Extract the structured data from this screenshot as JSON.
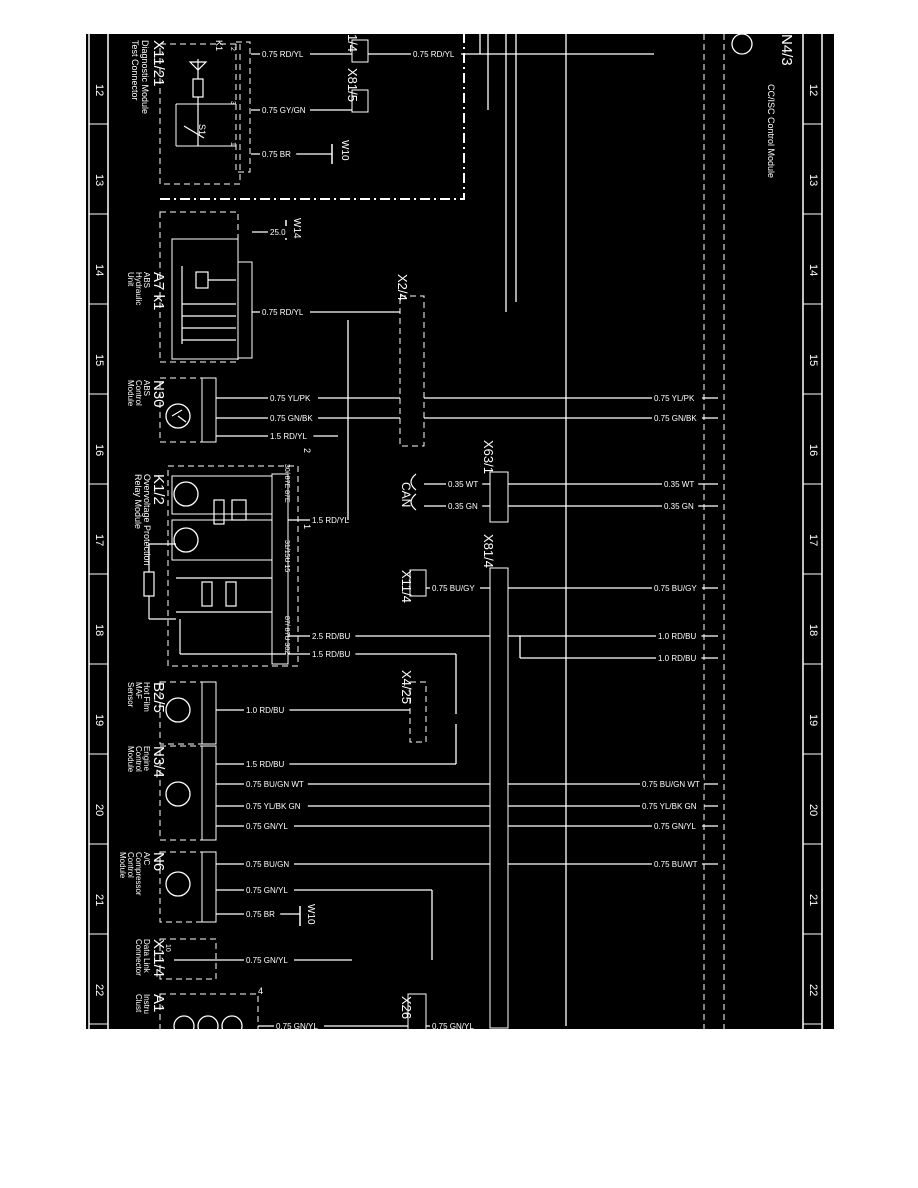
{
  "ruler": [
    "12",
    "13",
    "14",
    "15",
    "16",
    "17",
    "18",
    "19",
    "20",
    "21",
    "22"
  ],
  "components": {
    "x1121": {
      "id": "X11/21",
      "l1": "Diagnostic Module",
      "l2": "Test Connector",
      "pin1": "2",
      "pin2": "3",
      "pin3": "1",
      "sw": "S1"
    },
    "a7": {
      "id": "A7 k1",
      "l1": "ABS",
      "l2": "Hydraulic",
      "l3": "Unit"
    },
    "n30": {
      "id": "N30",
      "l1": "ABS",
      "l2": "Control",
      "l3": "Module"
    },
    "k12": {
      "id": "K1/2",
      "l1": "Overvoltage Protection",
      "l2": "Relay Module",
      "pa": "30/ 87E 87E",
      "pb": "31/15U 15",
      "pc": "87/ 87U 30Z",
      "n1": "2",
      "n2": "1"
    },
    "b25": {
      "id": "B2/5",
      "l1": "Hot Film",
      "l2": "MAF",
      "l3": "Sensor"
    },
    "n34": {
      "id": "N3/4",
      "l1": "Engine",
      "l2": "Control",
      "l3": "Module"
    },
    "n6": {
      "id": "N6",
      "l1": "A/C",
      "l2": "Compressor",
      "l3": "Control",
      "l4": "Module"
    },
    "x114a": {
      "id": "X11/4",
      "l1": "Data Link",
      "l2": "Connector",
      "pin": "10"
    },
    "a1": {
      "id": "A1",
      "l1": "Instru",
      "l2": "Clust",
      "num": "4"
    },
    "n43": {
      "id": "N4/3",
      "l1": "CC/ISC Control Module"
    },
    "x815": {
      "id": "X81/5"
    },
    "x14top": {
      "id": "1/4"
    },
    "x24": {
      "id": "X2/4"
    },
    "x631": {
      "id": "X63/1",
      "can": "CAN"
    },
    "x814": {
      "id": "X81/4"
    },
    "x114b": {
      "id": "X11/4"
    },
    "x425": {
      "id": "X4/25"
    },
    "x26": {
      "id": "X26"
    },
    "w10a": {
      "id": "W10"
    },
    "w10b": {
      "id": "W10"
    },
    "w14": {
      "id": "W14"
    },
    "k1": {
      "id": "K1"
    }
  },
  "wires": {
    "w_rdyl1": "0.75 RD/YL",
    "w_rdyl2": "0.75 RD/YL",
    "w_gygn": "0.75 GY/GN",
    "w_br1": "0.75 BR",
    "w_25": "25.0",
    "w_rdyl3": "0.75 RD/YL",
    "w_ylpk1": "0.75 YL/PK",
    "w_ylpk2": "0.75 YL/PK",
    "w_gnbk1": "0.75 GN/BK",
    "w_gnbk2": "0.75 GN/BK",
    "w_15rdyl1": "1.5 RD/YL",
    "w_15rdyl2": "1.5 RD/YL",
    "w_35wt1": "0.35 WT",
    "w_35wt2": "0.35 WT",
    "w_35gn1": "0.35 GN",
    "w_35gn2": "0.35 GN",
    "w_bugy1": "0.75 BU/GY",
    "w_bugy2": "0.75 BU/GY",
    "w_25rdbu": "2.5 RD/BU",
    "w_10rdbu1": "1.0 RD/BU",
    "w_10rdbu2": "1.0 RD/BU",
    "w_15rdbu1": "1.5 RD/BU",
    "w_10rdbu3": "1.0 RD/BU",
    "w_15rdbu2": "1.5 RD/BU",
    "w_bugnwt1": "0.75 BU/GN WT",
    "w_bugnwt2": "0.75 BU/GN WT",
    "w_ylbkgn1": "0.75 YL/BK GN",
    "w_ylbkgn2": "0.75 YL/BK GN",
    "w_gnyl1": "0.75 GN/YL",
    "w_gnyl2": "0.75 GN/YL",
    "w_bugn": "0.75 BU/GN",
    "w_buwt": "0.75 BU/WT",
    "w_gnyl3": "0.75 GN/YL",
    "w_br2": "0.75 BR",
    "w_gnyl4": "0.75 GN/YL",
    "w_gnyl5": "0.75 GN/YL",
    "w_gnyl6": "0.75 GN/YL"
  },
  "colors": {
    "background": "#000000",
    "ink": "#ffffff",
    "page": "#ffffff"
  }
}
